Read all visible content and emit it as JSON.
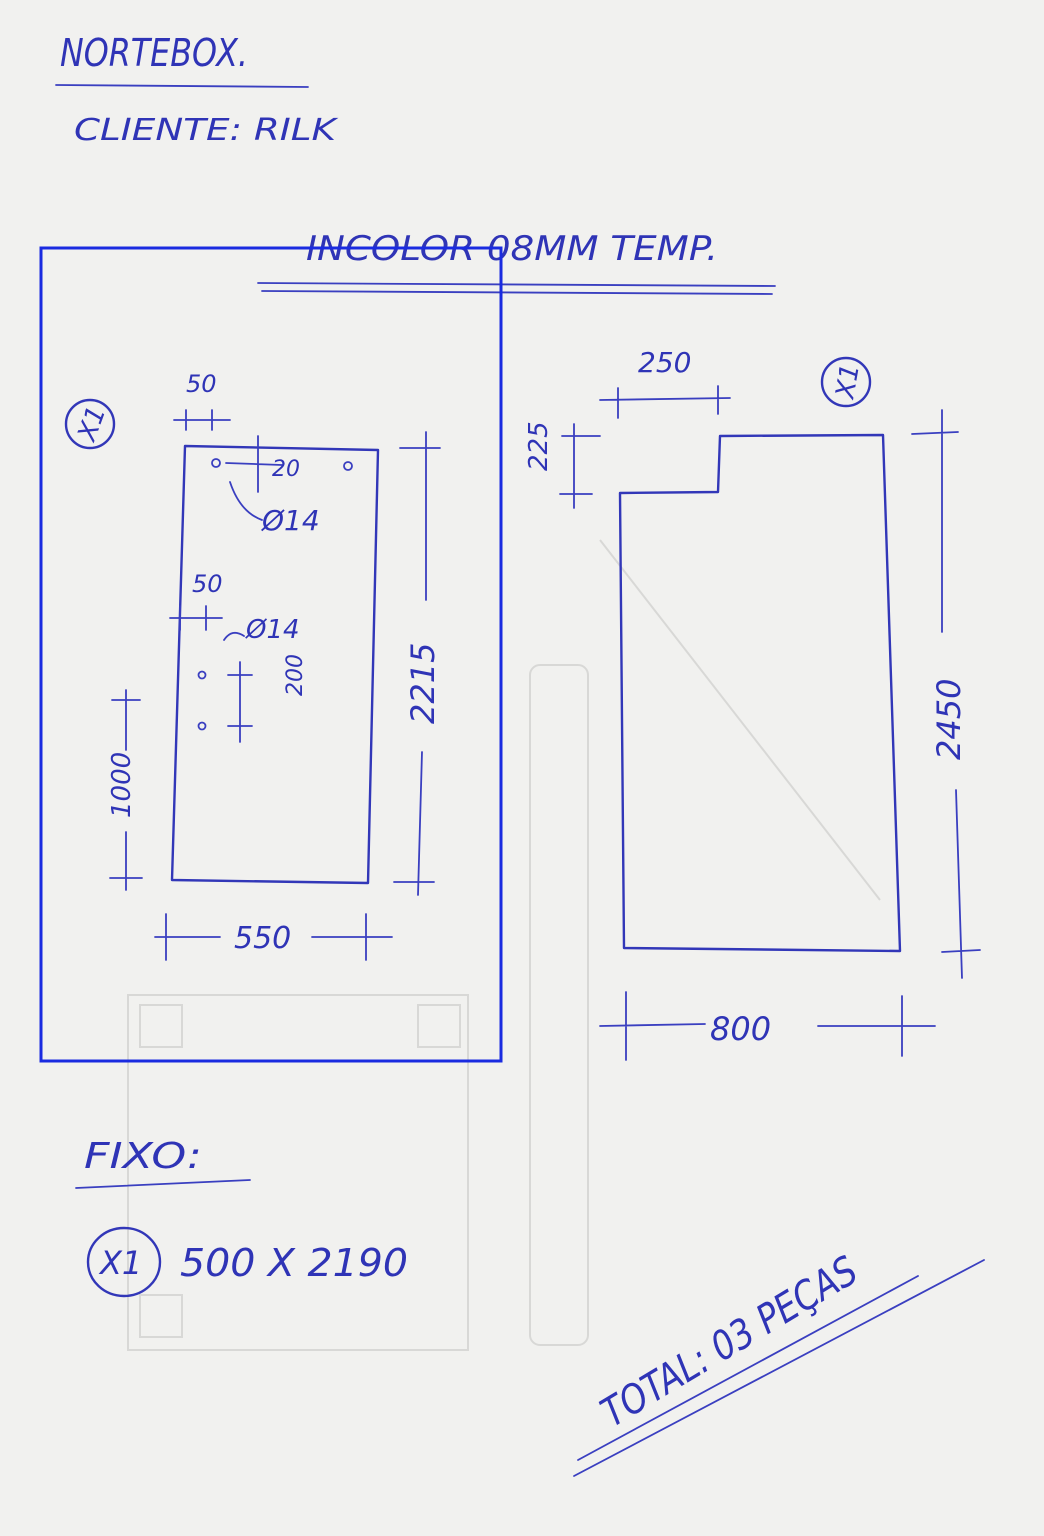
{
  "header": {
    "company": "NORTEBOX.",
    "client": "CLIENTE: RILK",
    "glass_spec": "INCOLOR 08MM TEMP."
  },
  "left_piece": {
    "qty": "X1",
    "dim_hole_offset": "50",
    "dim_hole_gap": "20",
    "hole_diameter_top": "Ø14",
    "dim_side_offset": "50",
    "hole_diameter_side": "Ø14",
    "dim_hole_spacing": "200",
    "dim_height_from_floor": "1000",
    "dim_height": "2215",
    "dim_width": "550"
  },
  "right_piece": {
    "qty": "X1",
    "dim_notch_width": "250",
    "dim_notch_height": "225",
    "dim_height": "2450",
    "dim_width": "800"
  },
  "fixed": {
    "label": "FIXO:",
    "qty": "X1",
    "size": "500 X 2190"
  },
  "total": "TOTAL: 03 PEÇAS",
  "colors": {
    "ink": "#3237b8",
    "selection": "#1a2be0",
    "paper": "#f1f1ef"
  }
}
